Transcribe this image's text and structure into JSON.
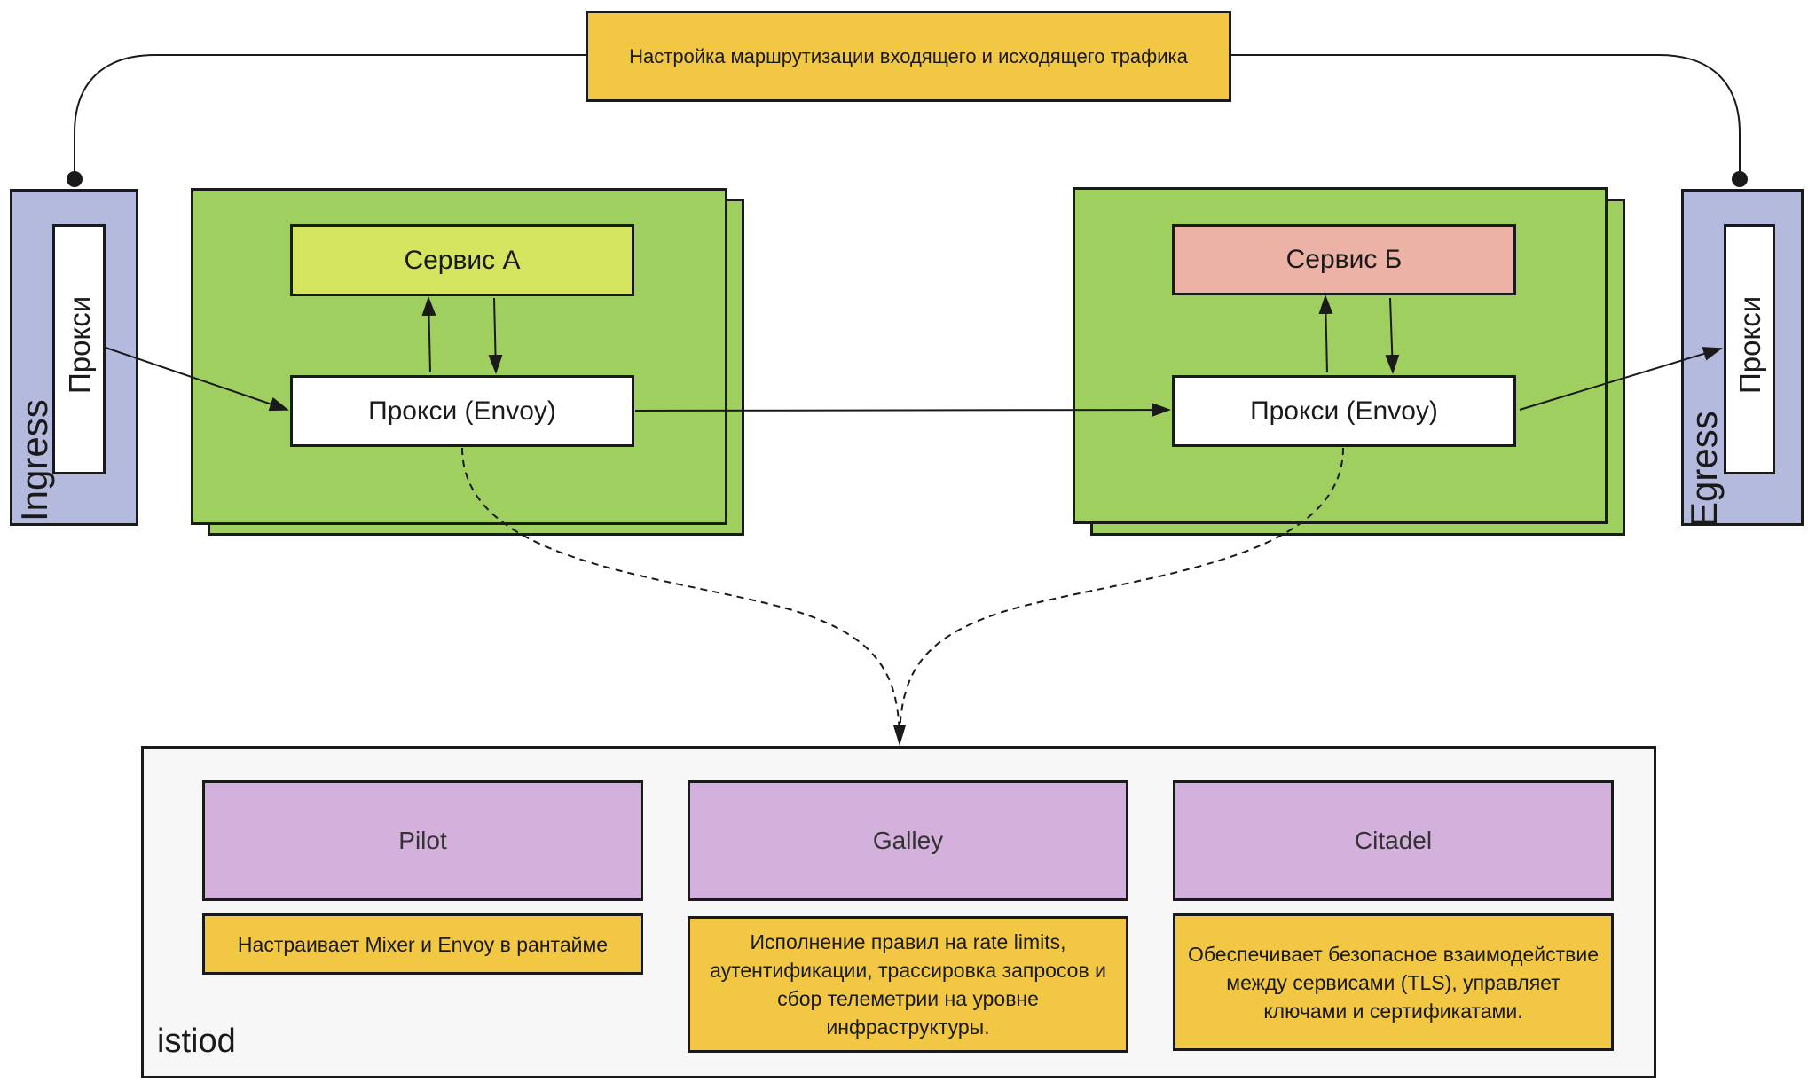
{
  "top_note": "Настройка маршрутизации входящего и исходящего трафика",
  "ingress": {
    "label": "Ingress",
    "proxy": "Прокси"
  },
  "egress": {
    "label": "Egress",
    "proxy": "Прокси"
  },
  "pod_a": {
    "service": "Сервис А",
    "proxy": "Прокси (Envoy)"
  },
  "pod_b": {
    "service": "Сервис Б",
    "proxy": "Прокси (Envoy)"
  },
  "istiod": {
    "label": "istiod",
    "components": [
      {
        "name": "Pilot",
        "description": "Настраивает Mixer и Envoy в рантайме"
      },
      {
        "name": "Galley",
        "description": "Исполнение правил на rate limits, аутентификации, трассировка запросов и сбор телеметрии на уровне инфраструктуры."
      },
      {
        "name": "Citadel",
        "description": "Обеспечивает безопасное взаимодействие между сервисами (TLS), управляет ключами и сертификатами."
      }
    ]
  },
  "colors": {
    "pod": "#9fcf5f",
    "service_a": "#d5e55f",
    "service_b": "#ecb2a6",
    "gateway": "#b4bade",
    "note": "#f2c744",
    "component": "#d4b0dc",
    "control_plane": "#f7f7f7"
  }
}
